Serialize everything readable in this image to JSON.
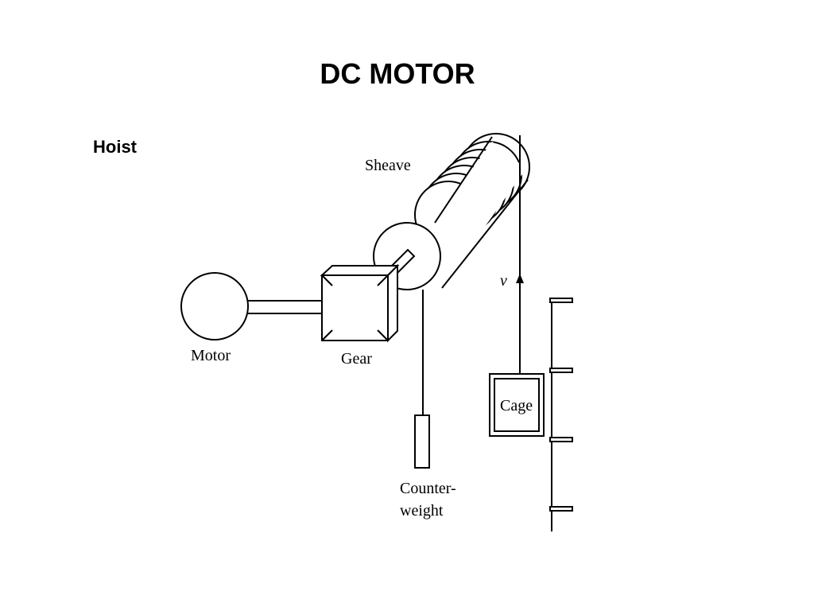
{
  "slide": {
    "title": "DC MOTOR",
    "subtitle": "Hoist"
  },
  "diagram": {
    "labels": {
      "sheave": "Sheave",
      "motor": "Motor",
      "gear": "Gear",
      "velocity": "v",
      "cage": "Cage",
      "counterweight_line1": "Counter-",
      "counterweight_line2": "weight"
    },
    "stroke_color": "#000000",
    "background_color": "#ffffff"
  }
}
